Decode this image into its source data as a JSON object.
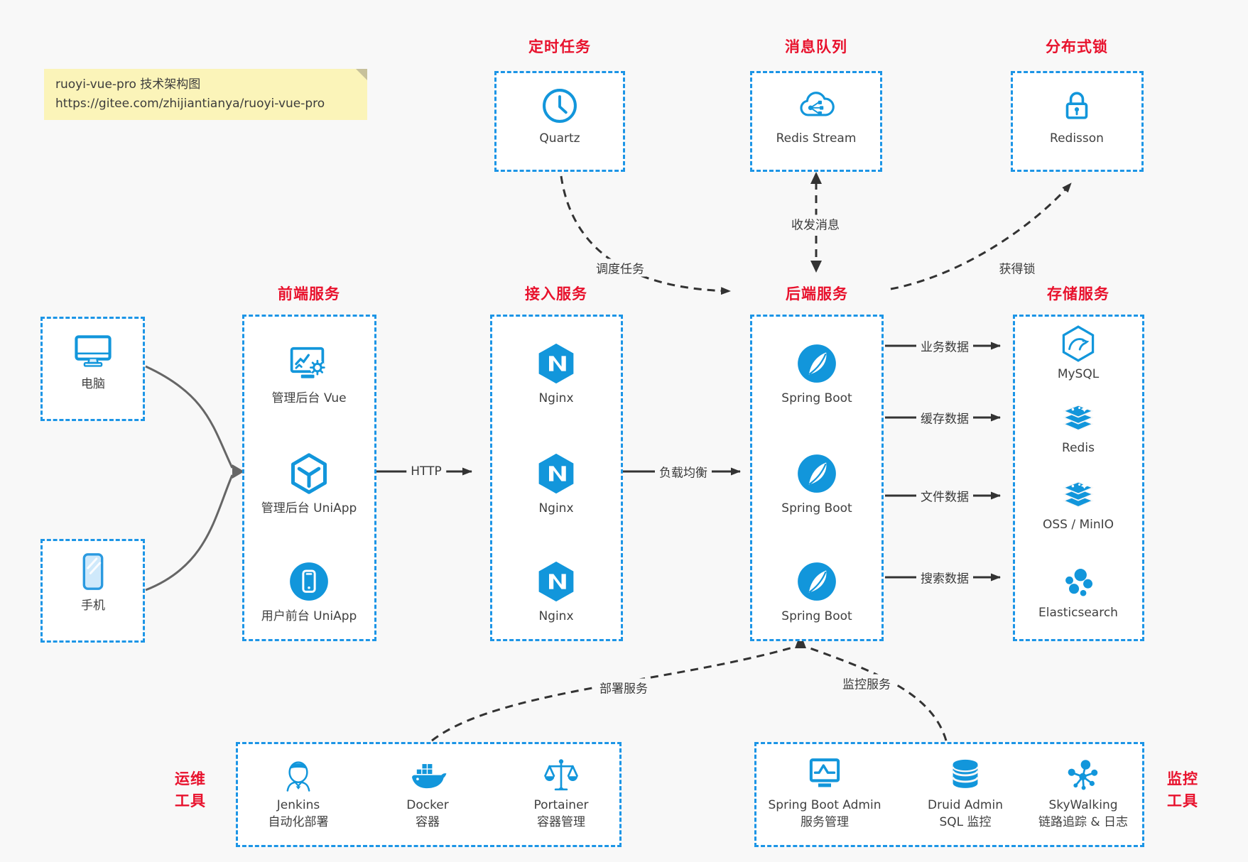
{
  "title_note": {
    "line1": "ruoyi-vue-pro 技术架构图",
    "line2": "https://gitee.com/zhijiantianya/ruoyi-vue-pro"
  },
  "colors": {
    "icon_blue": "#1296db",
    "border_blue": "#1c95e6",
    "title_red": "#e8122d",
    "note_yellow": "#fbf4b9",
    "background": "#f8f8f8",
    "arrow_dark": "#333333",
    "arrow_gray": "#666666"
  },
  "top_groups": [
    {
      "title": "定时任务",
      "item": {
        "label": "Quartz",
        "icon": "clock-icon"
      }
    },
    {
      "title": "消息队列",
      "item": {
        "label": "Redis Stream",
        "icon": "cloud-share-icon"
      }
    },
    {
      "title": "分布式锁",
      "item": {
        "label": "Redisson",
        "icon": "lock-icon"
      }
    }
  ],
  "clients": [
    {
      "label": "电脑",
      "icon": "desktop-icon"
    },
    {
      "label": "手机",
      "icon": "smartphone-icon"
    }
  ],
  "columns": [
    {
      "title": "前端服务",
      "items": [
        {
          "label": "管理后台 Vue",
          "icon": "admin-vue-icon"
        },
        {
          "label": "管理后台 UniApp",
          "icon": "uniapp-cube-icon"
        },
        {
          "label": "用户前台 UniApp",
          "icon": "mobile-app-icon"
        }
      ]
    },
    {
      "title": "接入服务",
      "items": [
        {
          "label": "Nginx",
          "icon": "nginx-icon"
        },
        {
          "label": "Nginx",
          "icon": "nginx-icon"
        },
        {
          "label": "Nginx",
          "icon": "nginx-icon"
        }
      ]
    },
    {
      "title": "后端服务",
      "items": [
        {
          "label": "Spring Boot",
          "icon": "spring-boot-icon"
        },
        {
          "label": "Spring Boot",
          "icon": "spring-boot-icon"
        },
        {
          "label": "Spring Boot",
          "icon": "spring-boot-icon"
        }
      ]
    },
    {
      "title": "存储服务",
      "items": [
        {
          "label": "MySQL",
          "icon": "mysql-icon"
        },
        {
          "label": "Redis",
          "icon": "redis-stack-icon"
        },
        {
          "label": "OSS / MinIO",
          "icon": "oss-stack-icon"
        },
        {
          "label": "Elasticsearch",
          "icon": "elasticsearch-icon"
        }
      ]
    }
  ],
  "edges": {
    "http": "HTTP",
    "load_balance": "负载均衡",
    "business_data": "业务数据",
    "cache_data": "缓存数据",
    "file_data": "文件数据",
    "search_data": "搜索数据",
    "schedule_task": "调度任务",
    "send_receive_msg": "收发消息",
    "acquire_lock": "获得锁",
    "deploy_service": "部署服务",
    "monitor_service": "监控服务"
  },
  "bottom_groups": [
    {
      "title_lines": [
        "运维",
        "工具"
      ],
      "items": [
        {
          "name": "Jenkins",
          "desc": "自动化部署",
          "icon": "jenkins-icon"
        },
        {
          "name": "Docker",
          "desc": "容器",
          "icon": "docker-whale-icon"
        },
        {
          "name": "Portainer",
          "desc": "容器管理",
          "icon": "scales-icon"
        }
      ]
    },
    {
      "title_lines": [
        "监控",
        "工具"
      ],
      "items": [
        {
          "name": "Spring Boot Admin",
          "desc": "服务管理",
          "icon": "monitor-chart-icon"
        },
        {
          "name": "Druid Admin",
          "desc": "SQL 监控",
          "icon": "database-icon"
        },
        {
          "name": "SkyWalking",
          "desc": "链路追踪 & 日志",
          "icon": "topology-icon"
        }
      ]
    }
  ]
}
